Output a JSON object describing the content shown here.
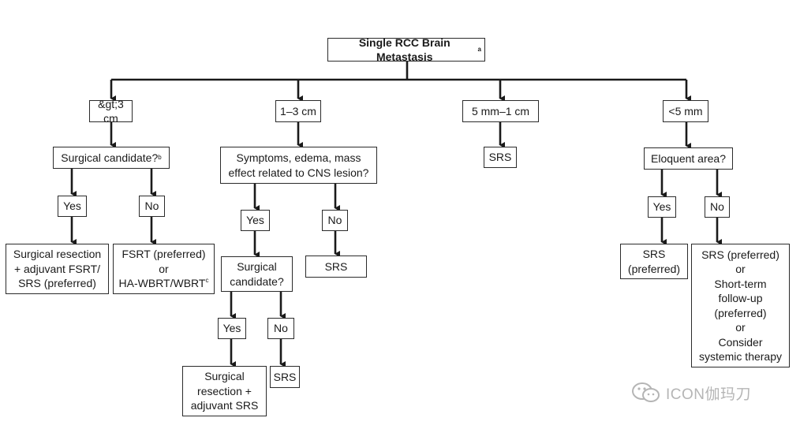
{
  "title": "Single RCC Brain Metastasis",
  "title_sup": "a",
  "sizes": [
    "&gt;3 cm",
    "1–3 cm",
    "5 mm–1 cm",
    "<5 mm"
  ],
  "branch1": {
    "question": "Surgical candidate?",
    "question_sup": "b",
    "yes": "Yes",
    "no": "No",
    "yes_result": "Surgical resection\n+ adjuvant FSRT/\nSRS (preferred)",
    "no_result_main": "FSRT (preferred)\nor\nHA-WBRT/WBRT",
    "no_result_sup": "c"
  },
  "branch2": {
    "question": "Symptoms, edema, mass\neffect related to CNS lesion?",
    "yes": "Yes",
    "no": "No",
    "no_result": "SRS",
    "sub_question": "Surgical\ncandidate?",
    "sub_yes": "Yes",
    "sub_no": "No",
    "sub_yes_result": "Surgical\nresection +\nadjuvant SRS",
    "sub_no_result": "SRS"
  },
  "branch3": {
    "result": "SRS"
  },
  "branch4": {
    "question": "Eloquent area?",
    "yes": "Yes",
    "no": "No",
    "yes_result": "SRS\n(preferred)",
    "no_result": "SRS (preferred)\nor\nShort-term\nfollow-up\n(preferred)\nor\nConsider\nsystemic therapy"
  },
  "watermark": {
    "text": "ICON伽玛刀",
    "icon": "wechat-icon"
  },
  "colors": {
    "line": "#1a1a1a",
    "border": "#2b2b2b",
    "watermark": "#b5b5b5"
  }
}
